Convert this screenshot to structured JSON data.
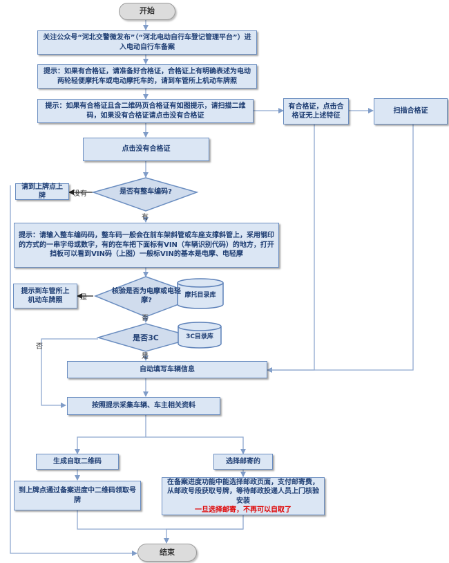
{
  "flow": {
    "start": "开始",
    "end": "结束",
    "step1": "关注公众号“河北交警微发布”（“河北电动自行车登记管理平台”）进入电动自行车备案",
    "step2": "提示：如果有合格证，请准备好合格证，合格证上有明确表述为电动两轮轻便摩托车或电动摩托车的，请到车管所上机动车牌照",
    "step3": "提示：如果有合格证且含二维码页合格证有如图提示，请扫描二维码，如果没有合格证请点击没有合格证",
    "has_cert": "有合格证，点击合格证无上述特征",
    "scan_cert": "扫描合格证",
    "click_no_cert": "点击没有合格证",
    "decision_vin": "是否有整车编码?",
    "no_vin_action": "请到上牌点上牌",
    "vin_hint": "提示：请输入整车编码码，整车码一般会在前车架斜管或车座支撑斜管上，采用钢印的方式的一串字母或数字，有的在车把下面标有VIN（车辆识别代码）的地方，打开挡板可以看到VIN码（上图）一般标VIN的基本是电摩、电轻摩",
    "decision_motor": "核验是否为电摩或电轻摩?",
    "motor_action": "提示到车管所上机动车牌照",
    "motor_db": "摩托目录库",
    "decision_3c": "是否3C",
    "db_3c": "3C目录库",
    "auto_fill": "自动填写车辆信息",
    "collect": "按照提示采集车辆、车主相关资料",
    "gen_qr": "生成自取二维码",
    "choose_mail": "选择邮寄的",
    "pickup": "到上牌点通过备案进度中二维码领取号牌",
    "mail_detail_1": "在备案进度功能中能选择邮政页面，支付邮寄费，从邮政号段获取号牌，等待邮政投递人员上门核验安装",
    "mail_warning": "一旦选择邮寄，不再可以自取了"
  },
  "labels": {
    "no": "没有",
    "yes": "有",
    "yes2": "是",
    "no2": "否",
    "no3": "否",
    "yes3": "是"
  }
}
